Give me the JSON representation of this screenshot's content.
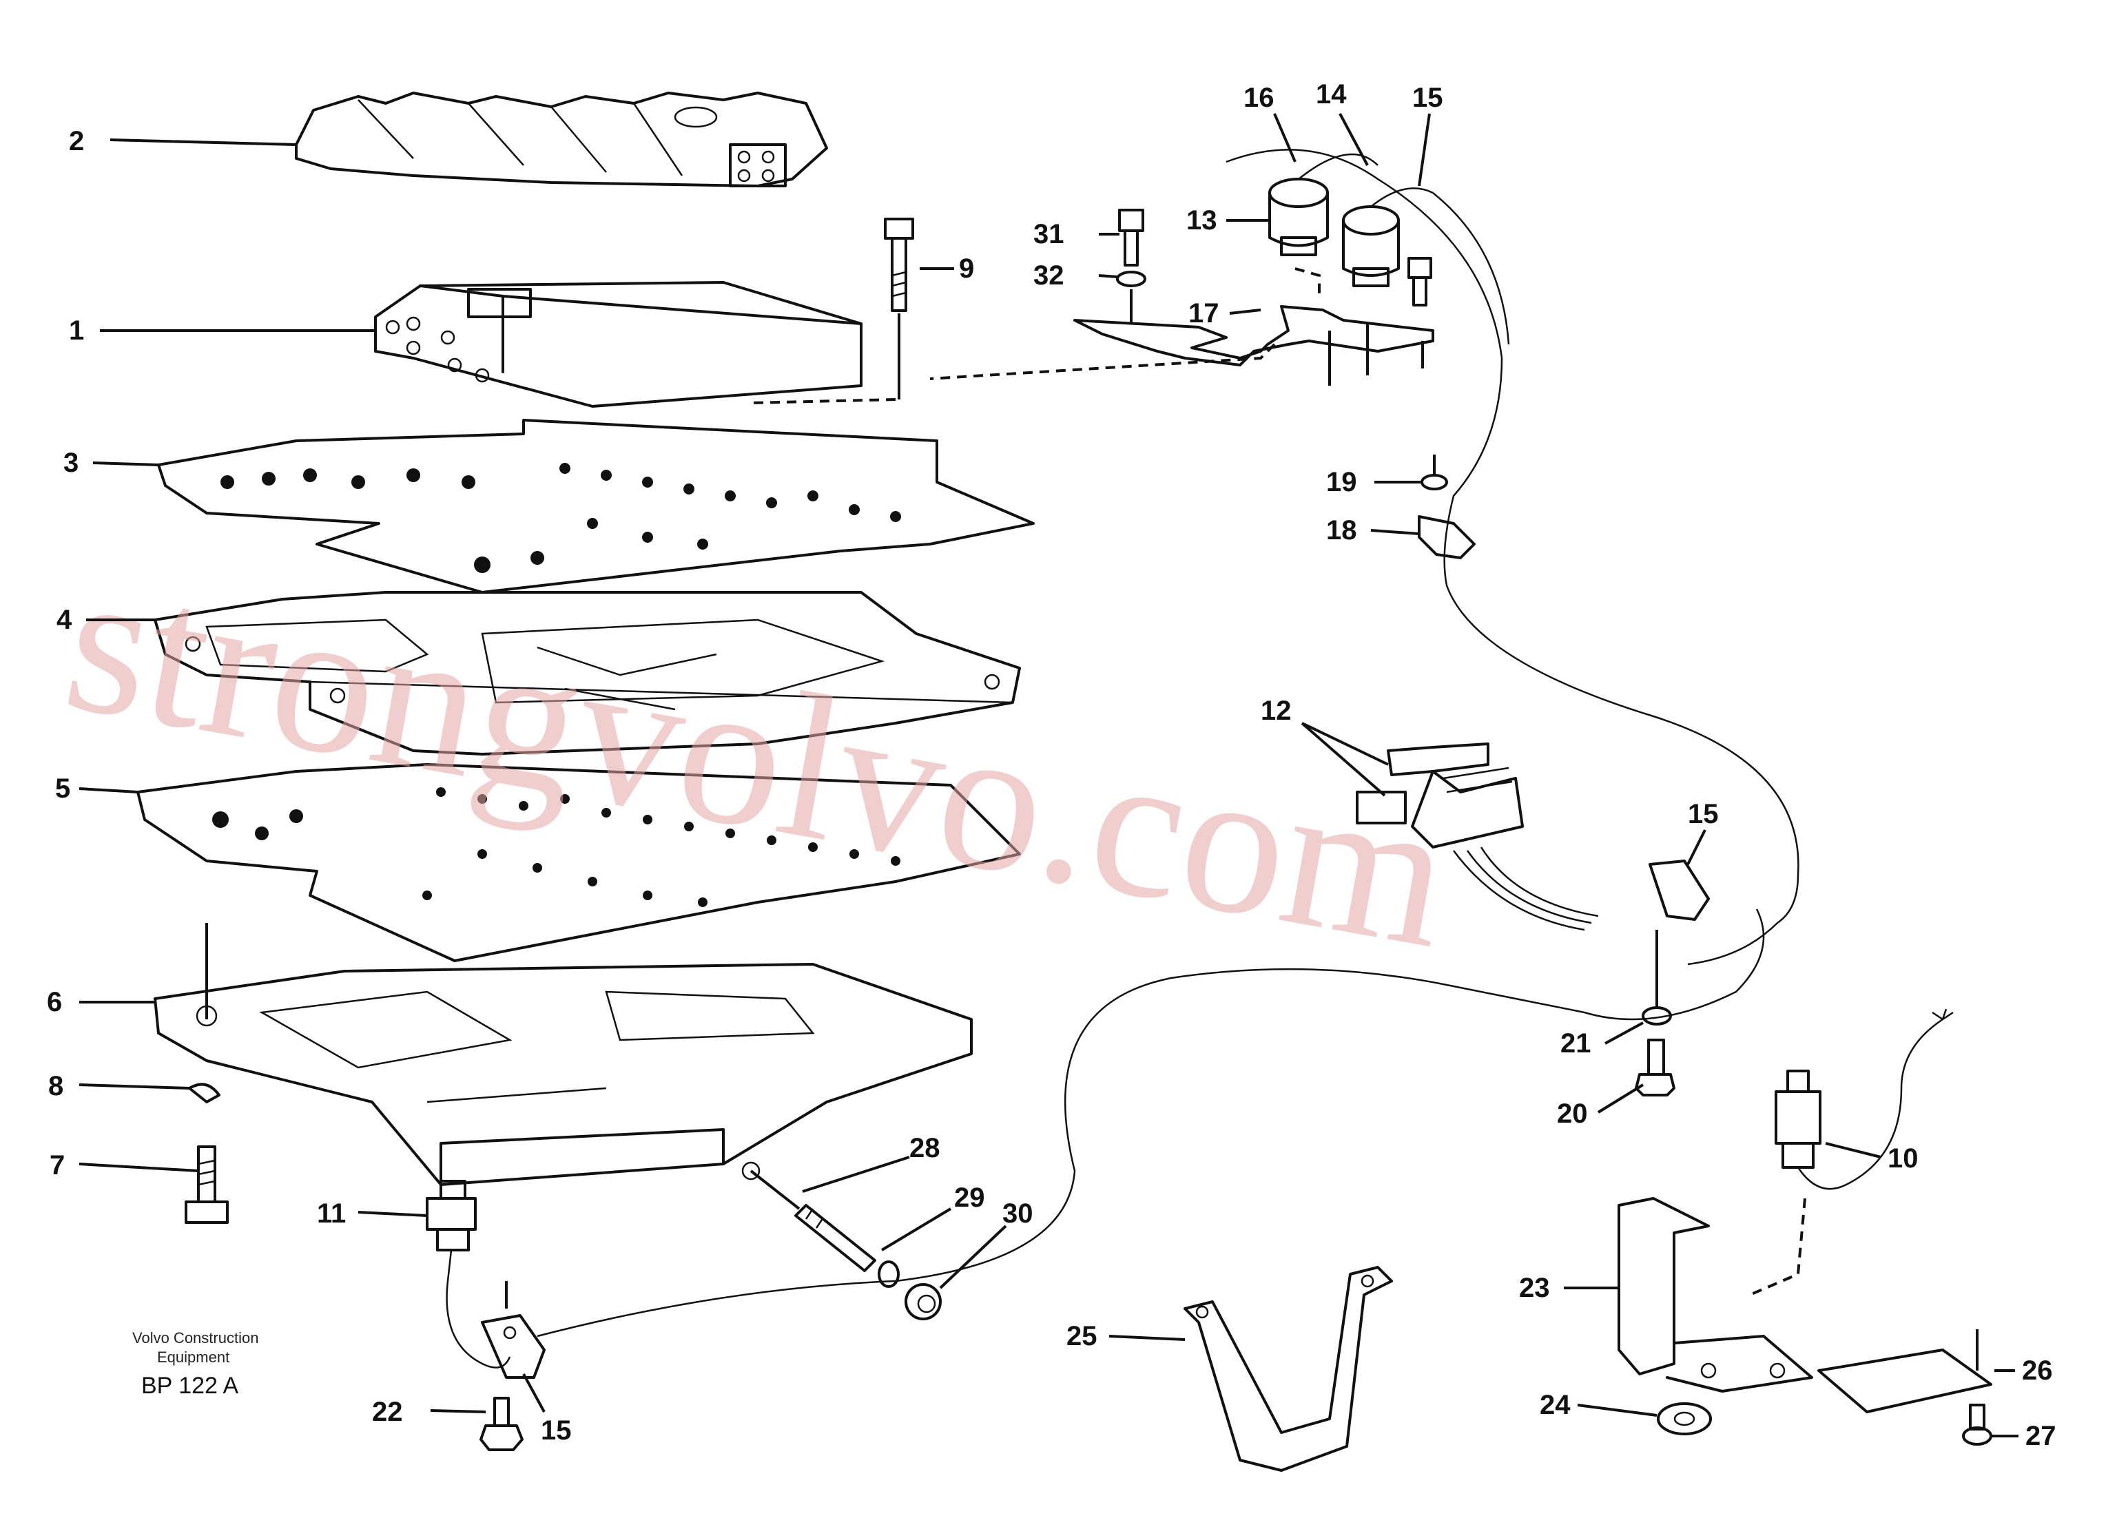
{
  "footer": {
    "line1": "Volvo Construction",
    "line2": "Equipment",
    "code": "BP 122 A"
  },
  "watermark": {
    "text": "strongvolvo.com",
    "color": "#e6a6a6"
  },
  "callouts": {
    "c1": "1",
    "c2": "2",
    "c3": "3",
    "c4": "4",
    "c5": "5",
    "c6": "6",
    "c7": "7",
    "c8": "8",
    "c9": "9",
    "c10": "10",
    "c11": "11",
    "c12": "12",
    "c13": "13",
    "c14": "14",
    "c15a": "15",
    "c15b": "15",
    "c15c": "15",
    "c16": "16",
    "c17": "17",
    "c18": "18",
    "c19": "19",
    "c20": "20",
    "c21": "21",
    "c22": "22",
    "c23": "23",
    "c24": "24",
    "c25": "25",
    "c26": "26",
    "c27": "27",
    "c28": "28",
    "c29": "29",
    "c30": "30",
    "c31": "31",
    "c32": "32"
  }
}
